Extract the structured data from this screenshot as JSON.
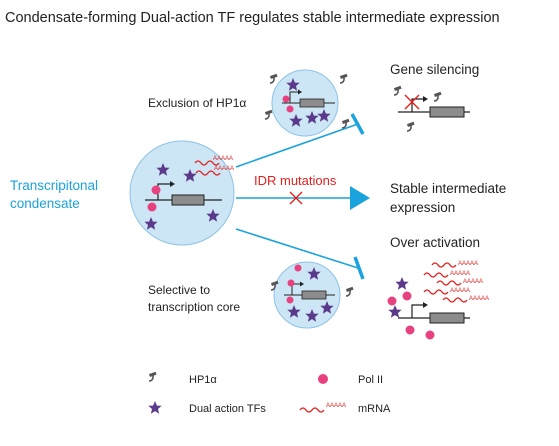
{
  "title": "Condensate-forming Dual-action TF regulates stable intermediate expression",
  "labels": {
    "transcriptional_condensate_line1": "Transcripitonal",
    "transcriptional_condensate_line2": "condensate",
    "exclusion": "Exclusion of HP1α",
    "selective_line1": "Selective to",
    "selective_line2": "transcription core",
    "idr_mutations": "IDR mutations"
  },
  "outcomes": {
    "gene_silencing": "Gene silencing",
    "stable_line1": "Stable intermediate",
    "stable_line2": "expression",
    "over_activation": "Over activation"
  },
  "mrna_tail": "AAAAA",
  "legend": {
    "hp1a": "HP1α",
    "pol2": "Pol II",
    "dual_tf": "Dual action TFs",
    "mrna": "mRNA"
  },
  "colors": {
    "condensate_fill": "#cde6f6",
    "condensate_stroke": "#8cc3e6",
    "arrow_blue": "#1aa3dc",
    "cyan_text": "#1aa3dc",
    "red": "#e3211f",
    "pol2_pink": "#e8417f",
    "tf_purple": "#5b3a8c",
    "gene_box": "#8c8c8c"
  }
}
